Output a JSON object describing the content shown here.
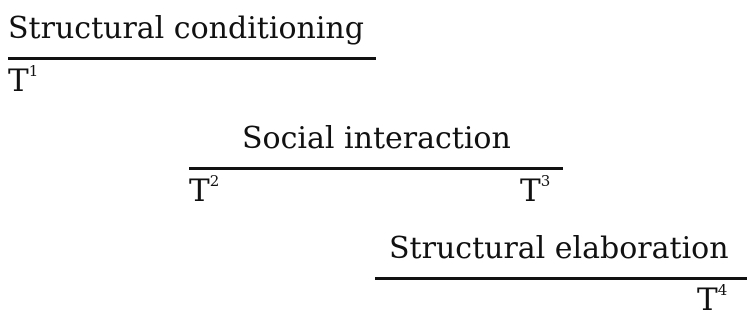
{
  "phases": [
    {
      "id": "structural-conditioning",
      "label": "Structural conditioning"
    },
    {
      "id": "social-interaction",
      "label": "Social interaction"
    },
    {
      "id": "structural-elaboration",
      "label": "Structural elaboration"
    }
  ],
  "time_markers": [
    {
      "base": "T",
      "sup": "1"
    },
    {
      "base": "T",
      "sup": "2"
    },
    {
      "base": "T",
      "sup": "3"
    },
    {
      "base": "T",
      "sup": "4"
    }
  ]
}
